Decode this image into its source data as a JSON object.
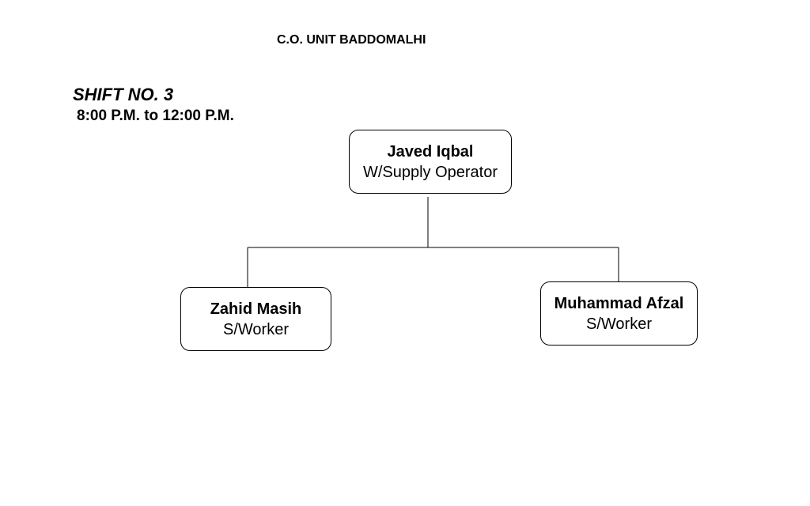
{
  "header": {
    "title": "C.O. UNIT BADDOMALHI",
    "shift_no": "SHIFT NO. 3",
    "shift_time": "8:00 P.M. to 12:00 P.M."
  },
  "org_chart": {
    "root": {
      "name": "Javed Iqbal",
      "role": "W/Supply Operator"
    },
    "children": [
      {
        "name": "Zahid Masih",
        "role": "S/Worker"
      },
      {
        "name": "Muhammad Afzal",
        "role": "S/Worker"
      }
    ]
  },
  "colors": {
    "line": "#000000",
    "background": "#ffffff"
  }
}
